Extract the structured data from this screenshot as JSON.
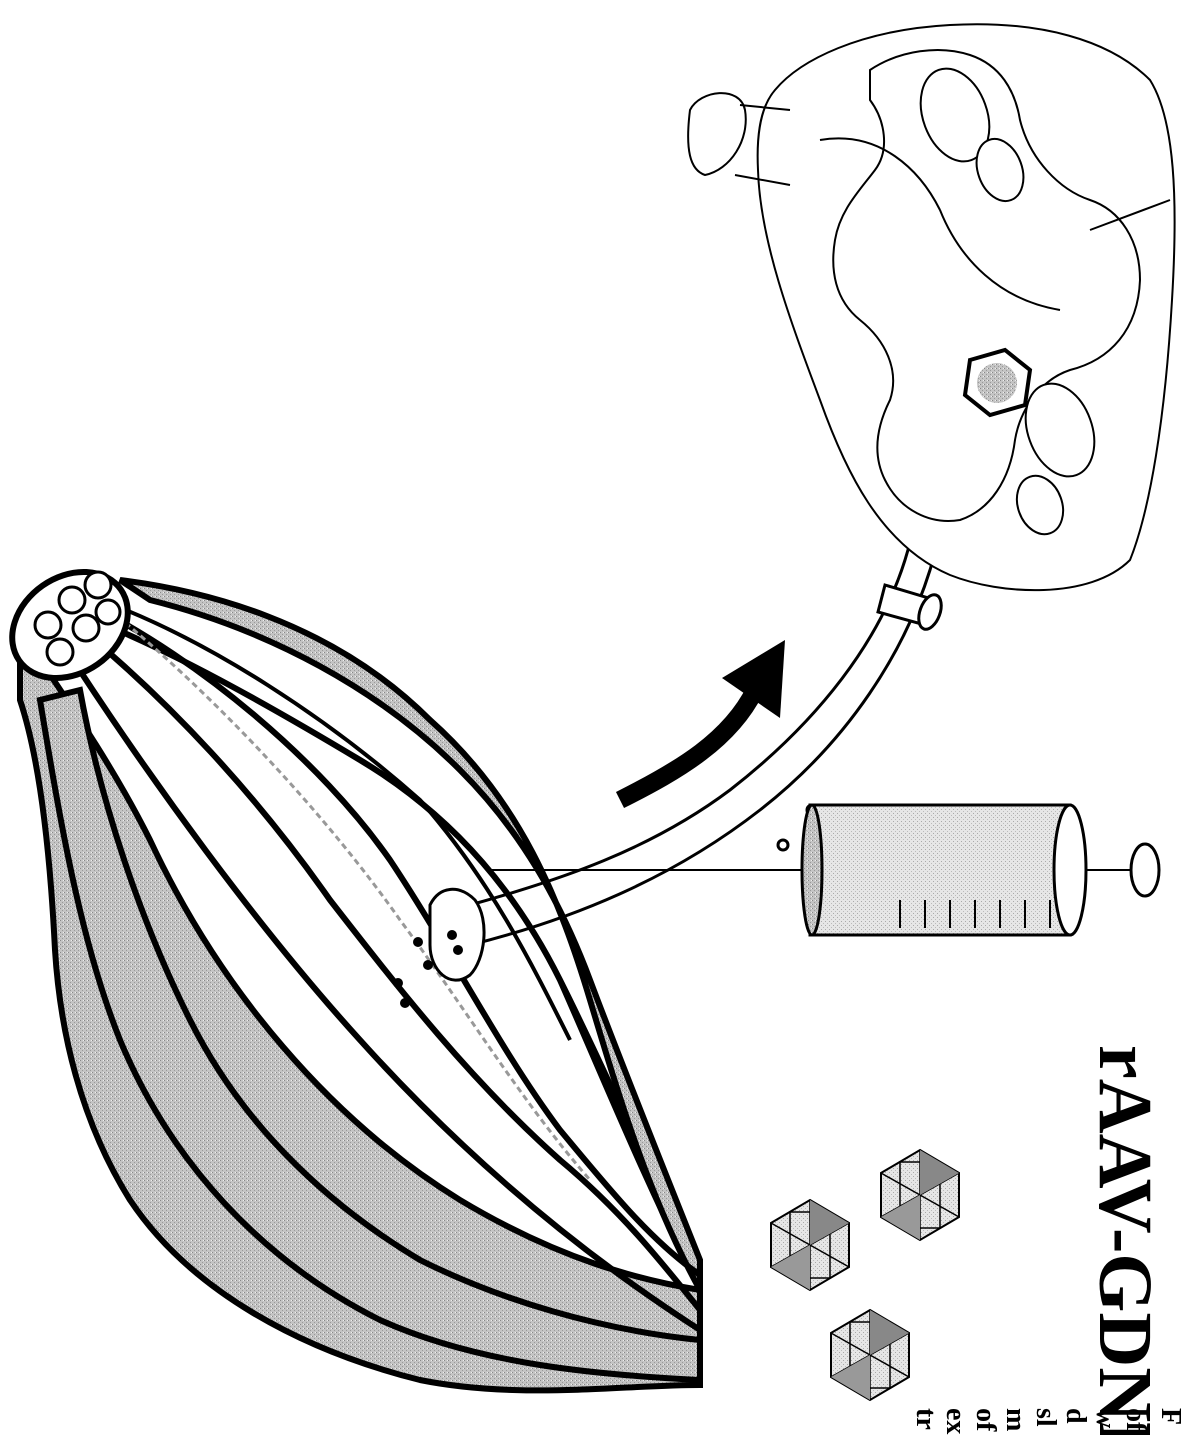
{
  "figure": {
    "vector_label": "rAAV-GDNF",
    "caption_fragments": [
      "F",
      "of",
      "w",
      "d",
      "sl",
      "m",
      "of",
      "ex",
      "tr"
    ]
  },
  "colors": {
    "ink": "#000000",
    "shade": "#b8b8b8",
    "light_shade": "#d6d6d6",
    "paper": "#ffffff"
  }
}
